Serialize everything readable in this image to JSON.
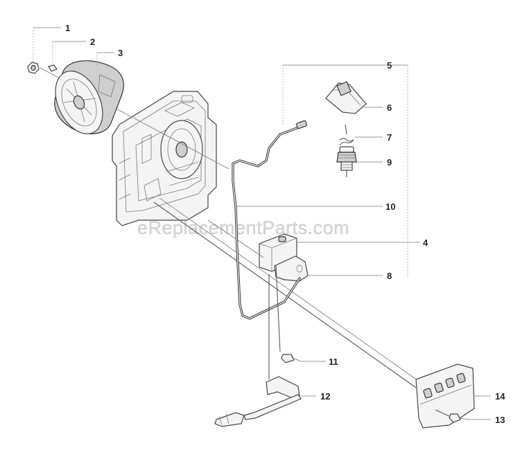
{
  "watermark": "eReplacementParts.com",
  "callouts": [
    {
      "id": "1",
      "label": "1"
    },
    {
      "id": "2",
      "label": "2"
    },
    {
      "id": "3",
      "label": "3"
    },
    {
      "id": "5",
      "label": "5"
    },
    {
      "id": "6",
      "label": "6"
    },
    {
      "id": "7",
      "label": "7"
    },
    {
      "id": "9",
      "label": "9"
    },
    {
      "id": "10",
      "label": "10"
    },
    {
      "id": "4",
      "label": "4"
    },
    {
      "id": "8",
      "label": "8"
    },
    {
      "id": "11",
      "label": "11"
    },
    {
      "id": "12",
      "label": "12"
    },
    {
      "id": "14",
      "label": "14"
    },
    {
      "id": "13",
      "label": "13"
    }
  ]
}
